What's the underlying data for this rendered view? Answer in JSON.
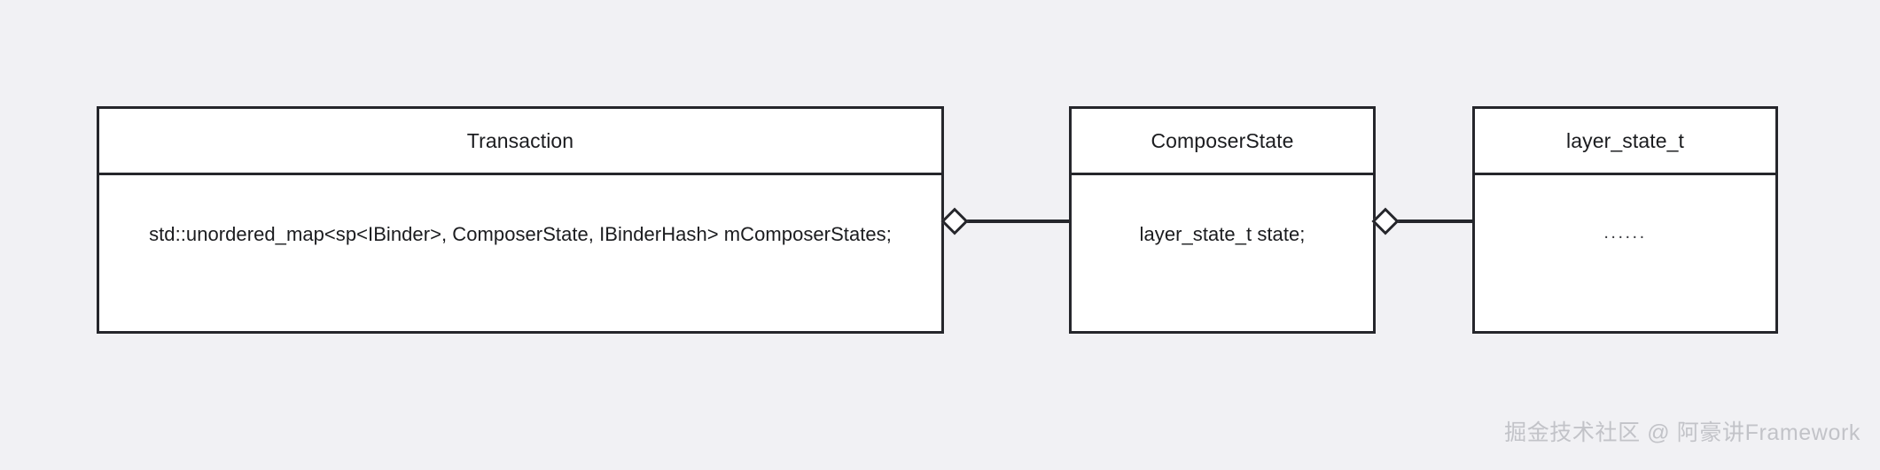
{
  "diagram": {
    "type": "uml-class-diagram",
    "background_color": "#f1f1f4",
    "stroke_color": "#25262b",
    "fill_color": "#ffffff",
    "classes": [
      {
        "id": "transaction",
        "name": "Transaction",
        "attributes": [
          "std::unordered_map<sp<IBinder>, ComposerState, IBinderHash> mComposerStates;"
        ]
      },
      {
        "id": "composerstate",
        "name": "ComposerState",
        "attributes": [
          "layer_state_t state;"
        ]
      },
      {
        "id": "layer_state_t",
        "name": "layer_state_t",
        "attributes": [
          "......"
        ]
      }
    ],
    "relationships": [
      {
        "id": "rel-transaction-composerstate",
        "kind": "aggregation",
        "marker": "hollow-diamond",
        "from": "Transaction",
        "to": "ComposerState"
      },
      {
        "id": "rel-composerstate-layerstatet",
        "kind": "aggregation",
        "marker": "hollow-diamond",
        "from": "ComposerState",
        "to": "layer_state_t"
      }
    ]
  },
  "watermark": {
    "text": "掘金技术社区 @ 阿豪讲Framework",
    "color": "#c2c3c8"
  }
}
